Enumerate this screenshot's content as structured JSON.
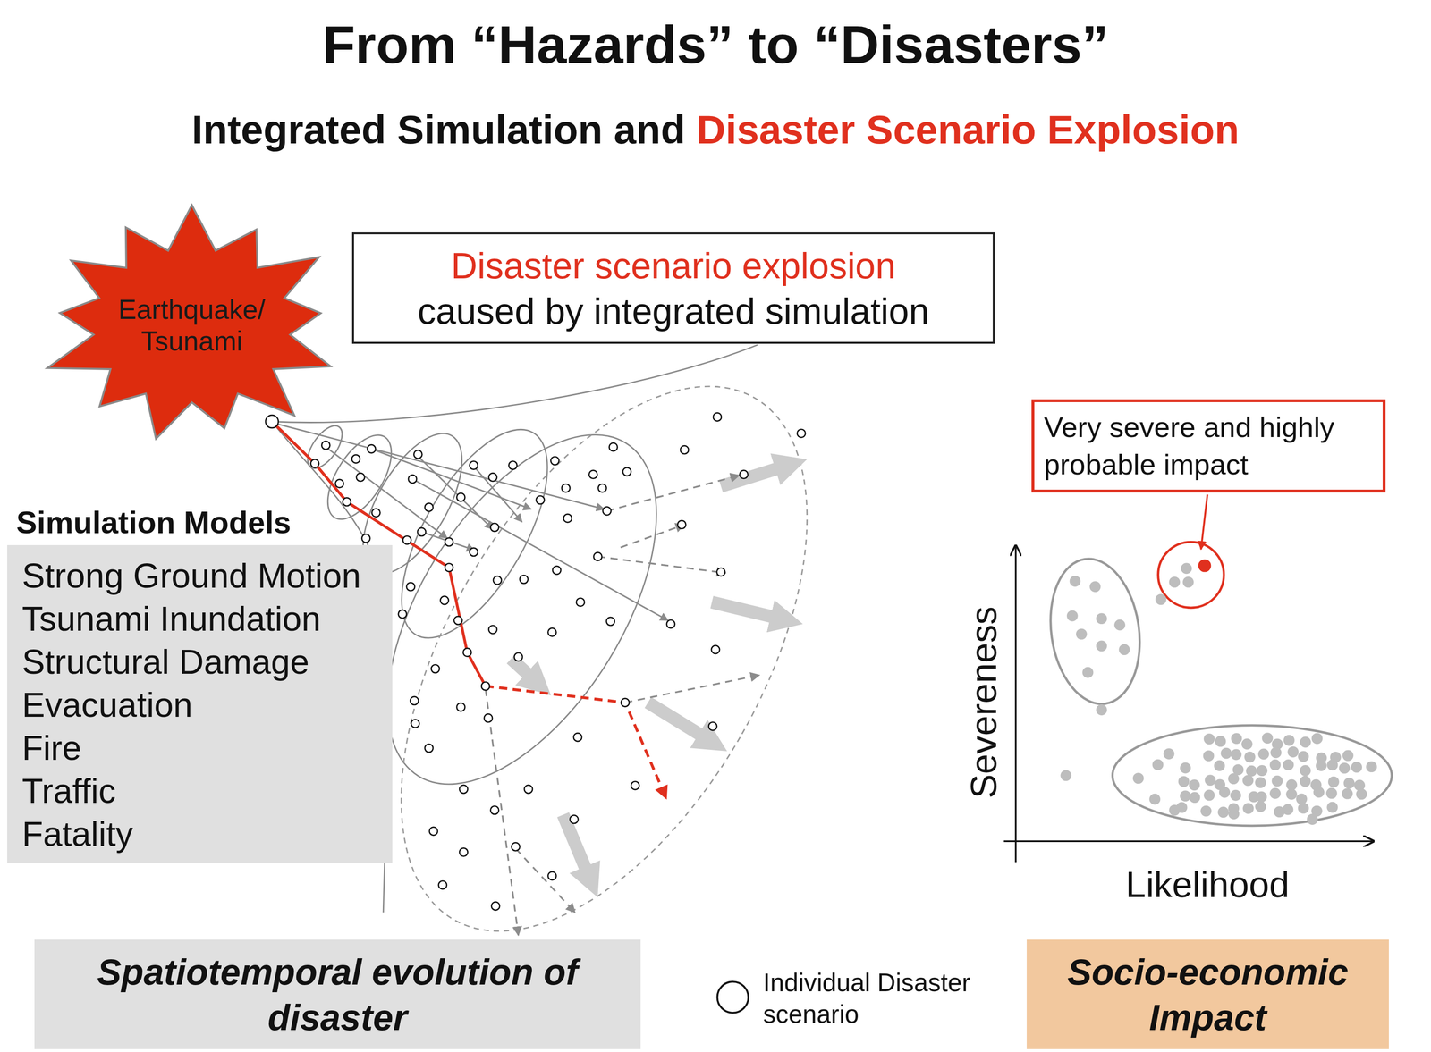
{
  "diagram": {
    "title": "From “Hazards” to “Disasters”",
    "nodes": [
      {
        "text": [
          "Earthquake/ Tsunami"
        ]
      },
      {
        "text": [
          "Disaster scenario explosion",
          "caused by integrated simulation"
        ]
      },
      {
        "text": [
          "Simulation Models",
          "Strong Ground Motion",
          "Tsunami Inundation",
          "Structural Damage",
          "Evacuation",
          "Fire",
          "Traffic",
          "Fatality"
        ]
      },
      {
        "text": [
          "Spatiotemporal evolution of disaster"
        ]
      },
      {
        "text": [
          "Very severe and highly probable impact"
        ]
      },
      {
        "text": [
          "Socio-economic Impact"
        ]
      }
    ],
    "labels": [
      "Integrated Simulation and",
      "Disaster Scenario Explosion",
      "Severeness",
      "Likelihood"
    ],
    "legend": [
      {
        "text": "Individual Disaster scenario"
      }
    ]
  }
}
